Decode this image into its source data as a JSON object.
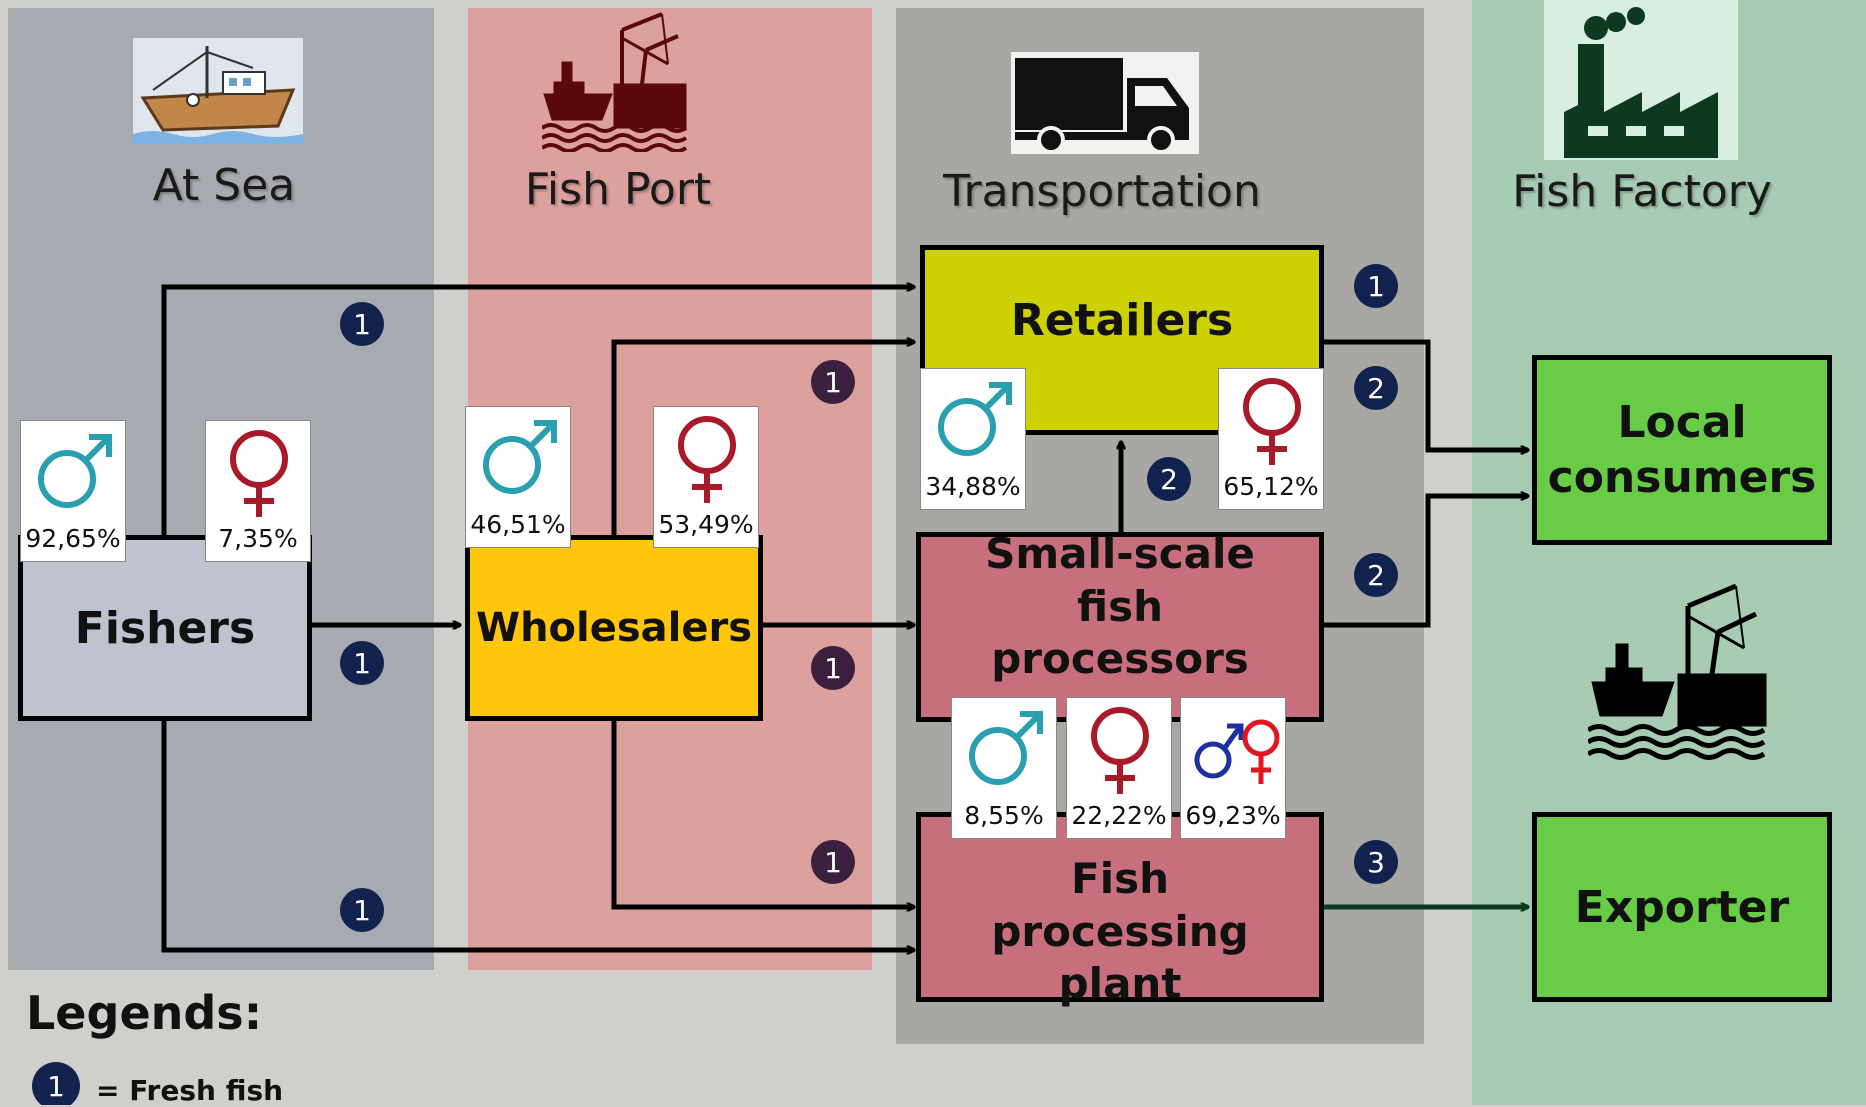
{
  "columns": {
    "at_sea": "At Sea",
    "fish_port": "Fish Port",
    "transportation": "Transportation",
    "fish_factory": "Fish Factory"
  },
  "nodes": {
    "fishers": "Fishers",
    "wholesalers": "Wholesalers",
    "retailers": "Retailers",
    "small_scale": "Small-scale fish processors",
    "processing_plant": "Fish processing plant",
    "local_consumers": "Local consumers",
    "exporter": "Exporter"
  },
  "gender": {
    "fishers_male": "92,65%",
    "fishers_female": "7,35%",
    "wholesalers_male": "46,51%",
    "wholesalers_female": "53,49%",
    "retailers_male": "34,88%",
    "retailers_female": "65,12%",
    "processors_male": "8,55%",
    "processors_female": "22,22%",
    "processors_both": "69,23%"
  },
  "flow_badges": [
    "1",
    "2",
    "3"
  ],
  "legend": {
    "title": "Legends:",
    "badge": "1",
    "item": "= Fresh fish"
  },
  "colors": {
    "background": "#d0cfcb",
    "at_sea_band": "#a8aab1",
    "fish_port_band": "#dca19d",
    "transportation_band": "#a8a7a3",
    "fish_factory_band": "#a7cbb3",
    "fishers_box": "#bfc3cf",
    "wholesalers_box": "#ffc60a",
    "retailers_box": "#cdd101",
    "processors_box": "#c86f7e",
    "destination_box": "#69cc47",
    "badge": "#12224f",
    "male_symbol": "#2a9fb0",
    "female_symbol": "#a8192a"
  }
}
